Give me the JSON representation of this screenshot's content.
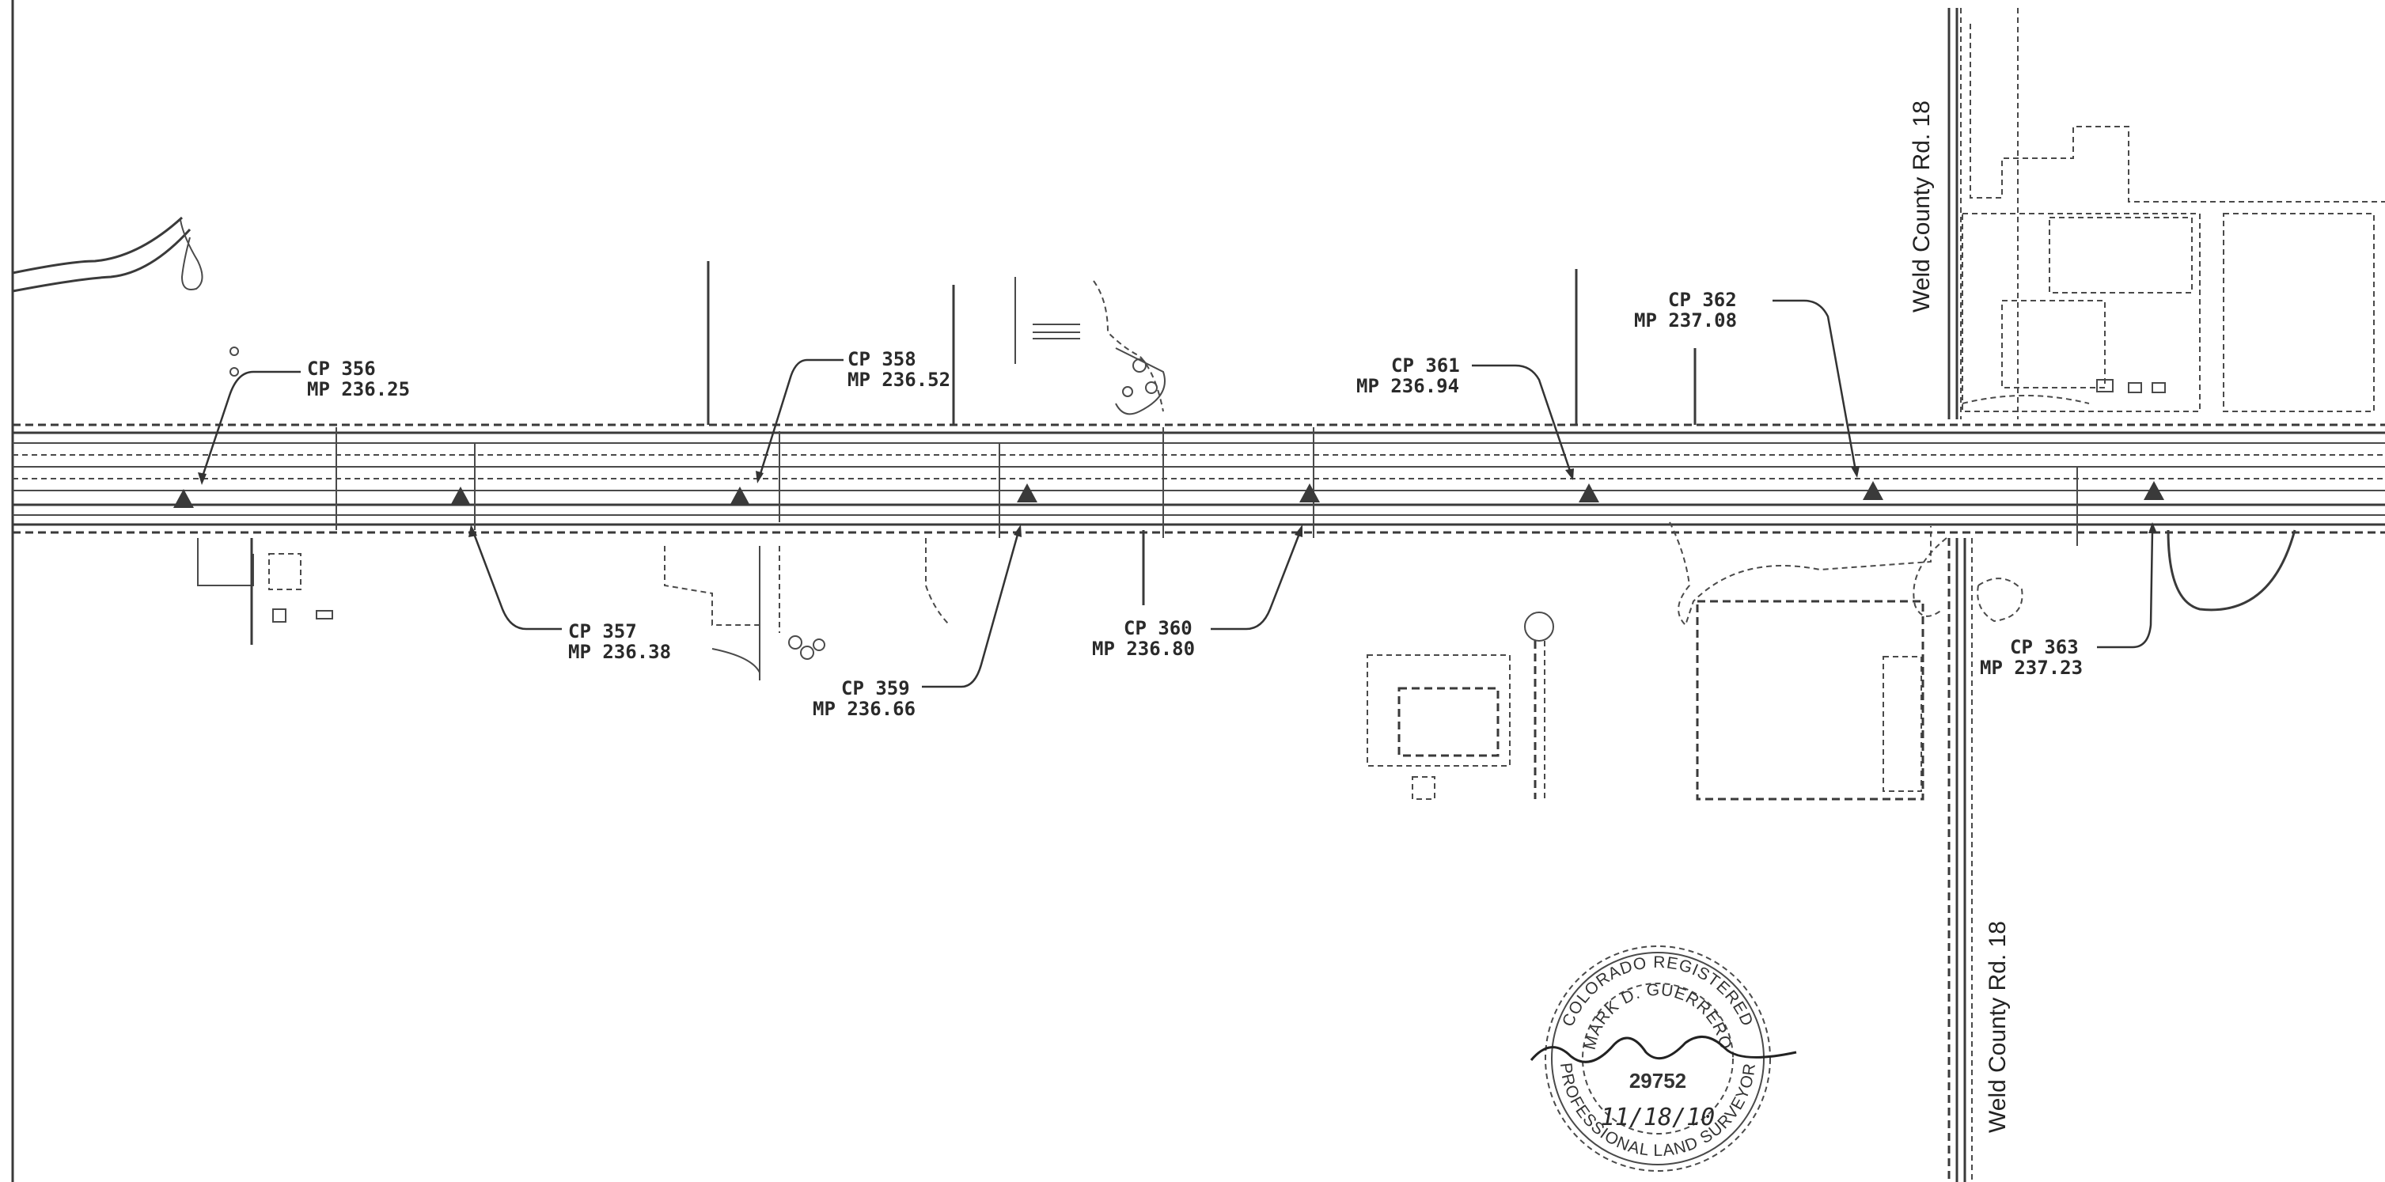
{
  "roads": {
    "cross_road_top": "Weld County Rd. 18",
    "cross_road_bottom": "Weld County Rd. 18"
  },
  "control_points": [
    {
      "cp": "CP 356",
      "mp": "MP 236.25"
    },
    {
      "cp": "CP 357",
      "mp": "MP 236.38"
    },
    {
      "cp": "CP 358",
      "mp": "MP 236.52"
    },
    {
      "cp": "CP 359",
      "mp": "MP 236.66"
    },
    {
      "cp": "CP 360",
      "mp": "MP 236.80"
    },
    {
      "cp": "CP 361",
      "mp": "MP 236.94"
    },
    {
      "cp": "CP 362",
      "mp": "MP 237.08"
    },
    {
      "cp": "CP 363",
      "mp": "MP 237.23"
    }
  ],
  "seal": {
    "top_arc": "COLORADO REGISTERED",
    "name_arc": "MARK D. GUERRERO",
    "bottom_arc": "PROFESSIONAL LAND SURVEYOR",
    "license": "29752",
    "date": "11/18/10",
    "signature": "Mark D. Guerrero"
  },
  "colors": {
    "ink": "#3a3a3a",
    "paper": "#ffffff"
  }
}
